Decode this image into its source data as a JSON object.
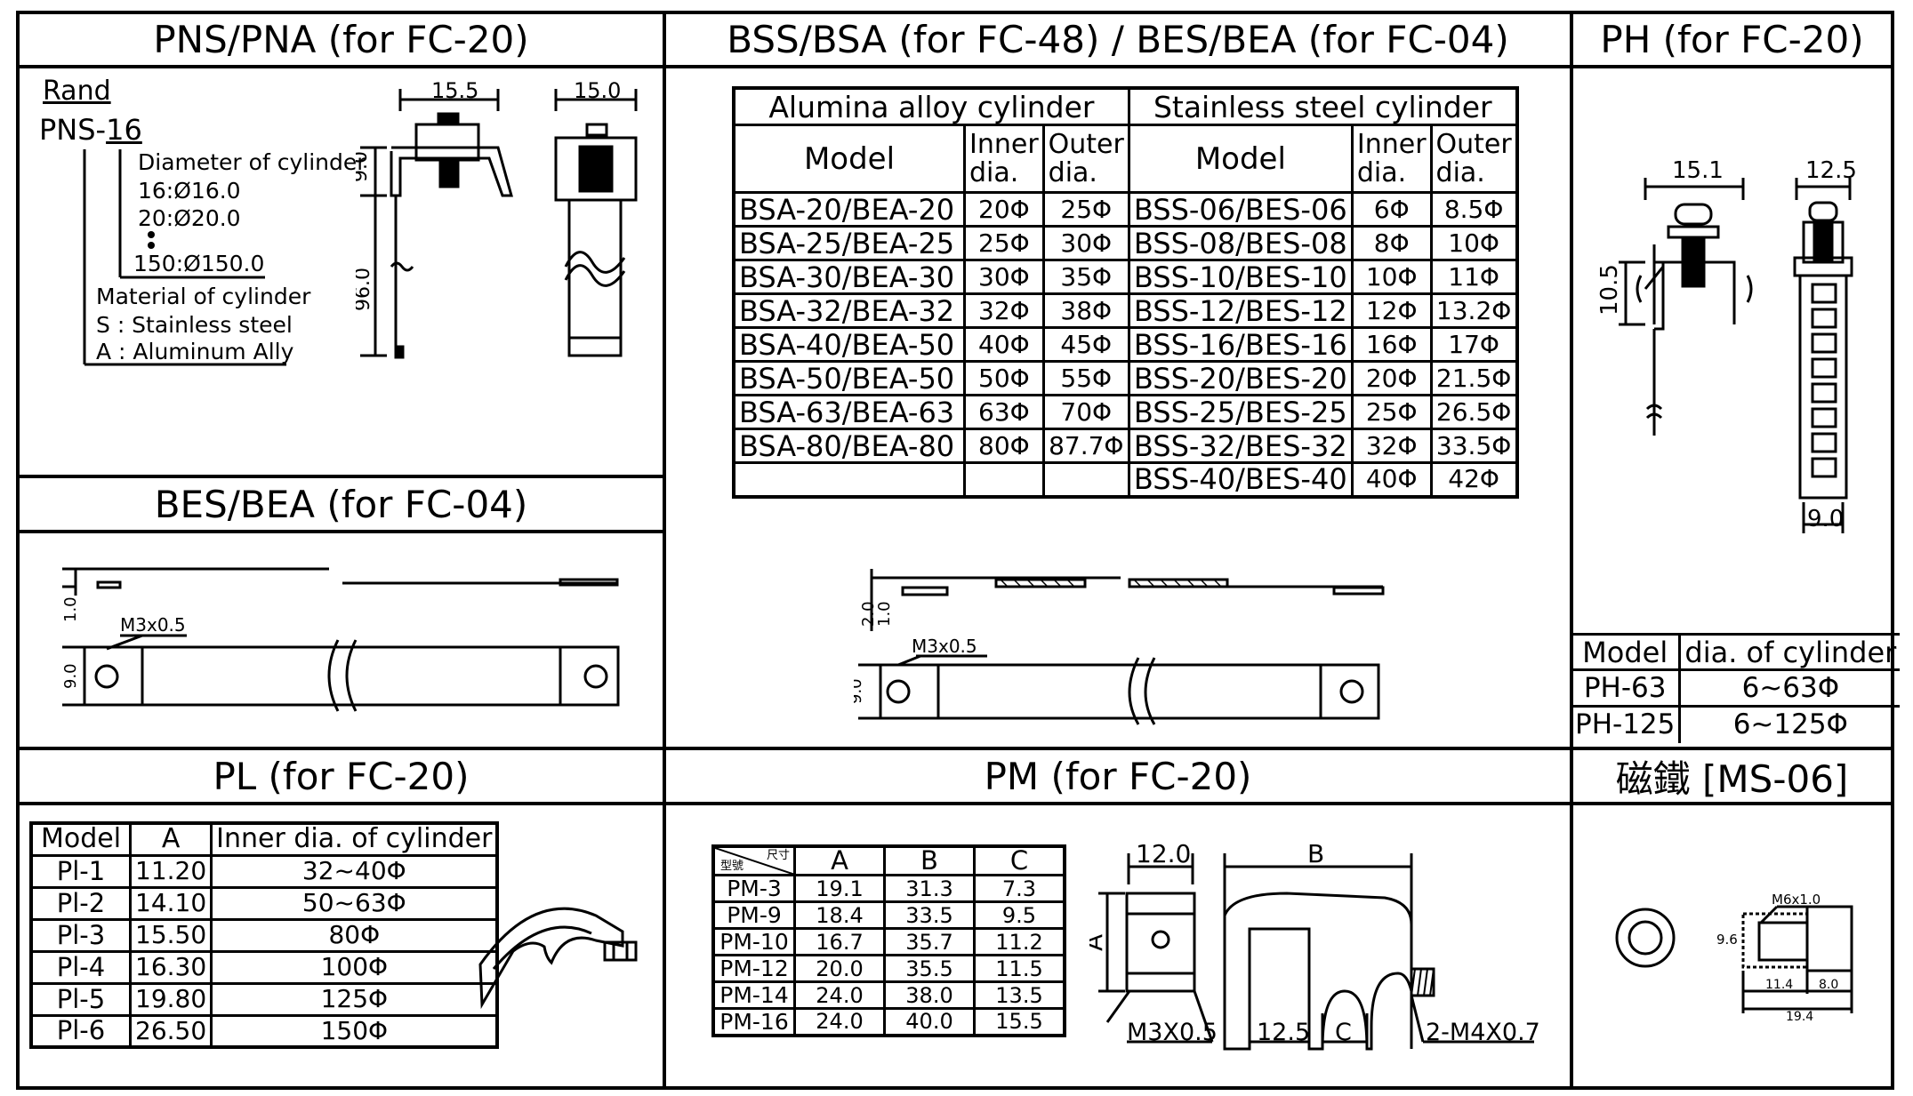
{
  "sections": {
    "pns": {
      "title": "PNS/PNA  (for FC-20)"
    },
    "bss": {
      "title": "BSS/BSA  (for FC-48) / BES/BEA (for FC-04)"
    },
    "ph": {
      "title": "PH (for FC-20)"
    },
    "bes": {
      "title": "BES/BEA  (for FC-04)"
    },
    "pl": {
      "title": "PL (for FC-20)"
    },
    "pm": {
      "title": "PM (for FC-20)"
    },
    "ms": {
      "title": "磁鐵 [MS-06]"
    }
  },
  "pns_legend": {
    "rand": "Rand",
    "code_prefix": "PNS-",
    "code_suffix": "16",
    "diameter_label": "Diameter of cylinder",
    "diameters": [
      "16:Ø16.0",
      "20:Ø20.0",
      "150:Ø150.0"
    ],
    "material_label": "Material of cylinder",
    "materials": [
      "S : Stainless steel",
      "A : Aluminum Ally"
    ]
  },
  "pns_dims": {
    "width_a": "15.5",
    "width_b": "15.0",
    "height_top": "9.0",
    "height_total": "96.0"
  },
  "bes_dims": {
    "thickness": "1.0",
    "width": "9.0",
    "thread": "M3x0.5"
  },
  "bss_dims": {
    "thickness": "2.0",
    "thickness_b": "1.0",
    "width": "9.0",
    "thread": "M3x0.5"
  },
  "bss_table": {
    "group_left": "Alumina alloy cylinder",
    "group_right": "Stainless steel cylinder",
    "col_model": "Model",
    "col_inner": [
      "Inner",
      "dia."
    ],
    "col_outer": [
      "Outer",
      "dia."
    ],
    "rows": [
      [
        "BSA-20/BEA-20",
        "20Φ",
        "25Φ",
        "BSS-06/BES-06",
        "6Φ",
        "8.5Φ"
      ],
      [
        "BSA-25/BEA-25",
        "25Φ",
        "30Φ",
        "BSS-08/BES-08",
        "8Φ",
        "10Φ"
      ],
      [
        "BSA-30/BEA-30",
        "30Φ",
        "35Φ",
        "BSS-10/BES-10",
        "10Φ",
        "11Φ"
      ],
      [
        "BSA-32/BEA-32",
        "32Φ",
        "38Φ",
        "BSS-12/BES-12",
        "12Φ",
        "13.2Φ"
      ],
      [
        "BSA-40/BEA-50",
        "40Φ",
        "45Φ",
        "BSS-16/BES-16",
        "16Φ",
        "17Φ"
      ],
      [
        "BSA-50/BEA-50",
        "50Φ",
        "55Φ",
        "BSS-20/BES-20",
        "20Φ",
        "21.5Φ"
      ],
      [
        "BSA-63/BEA-63",
        "63Φ",
        "70Φ",
        "BSS-25/BES-25",
        "25Φ",
        "26.5Φ"
      ],
      [
        "BSA-80/BEA-80",
        "80Φ",
        "87.7Φ",
        "BSS-32/BES-32",
        "32Φ",
        "33.5Φ"
      ],
      [
        "",
        "",
        "",
        "BSS-40/BES-40",
        "40Φ",
        "42Φ"
      ]
    ]
  },
  "ph_dims": {
    "width_a": "15.1",
    "width_b": "12.5",
    "height": "10.5",
    "bottom": "9.0"
  },
  "ph_table": {
    "headers": [
      "Model",
      "dia. of cylinder"
    ],
    "rows": [
      [
        "PH-63",
        "6~63Φ"
      ],
      [
        "PH-125",
        "6~125Φ"
      ]
    ]
  },
  "pl_table": {
    "headers": [
      "Model",
      "A",
      "Inner dia. of cylinder"
    ],
    "rows": [
      [
        "Pl-1",
        "11.20",
        "32~40Φ"
      ],
      [
        "Pl-2",
        "14.10",
        "50~63Φ"
      ],
      [
        "Pl-3",
        "15.50",
        "80Φ"
      ],
      [
        "Pl-4",
        "16.30",
        "100Φ"
      ],
      [
        "Pl-5",
        "19.80",
        "125Φ"
      ],
      [
        "Pl-6",
        "26.50",
        "150Φ"
      ]
    ]
  },
  "pm_table": {
    "corner_top": "尺寸",
    "corner_bottom": "型號",
    "headers": [
      "A",
      "B",
      "C"
    ],
    "rows": [
      [
        "PM-3",
        "19.1",
        "31.3",
        "7.3"
      ],
      [
        "PM-9",
        "18.4",
        "33.5",
        "9.5"
      ],
      [
        "PM-10",
        "16.7",
        "35.7",
        "11.2"
      ],
      [
        "PM-12",
        "20.0",
        "35.5",
        "11.5"
      ],
      [
        "PM-14",
        "24.0",
        "38.0",
        "13.5"
      ],
      [
        "PM-16",
        "24.0",
        "40.0",
        "15.5"
      ]
    ]
  },
  "pm_dims": {
    "width": "12.0",
    "a": "A",
    "b": "B",
    "c": "C",
    "gap": "12.5",
    "thread_a": "M3X0.5",
    "thread_b": "2-M4X0.7"
  },
  "ms_dims": {
    "thread": "M6x1.0",
    "height": "9.6",
    "len_a": "11.4",
    "len_b": "8.0",
    "total": "19.4"
  }
}
